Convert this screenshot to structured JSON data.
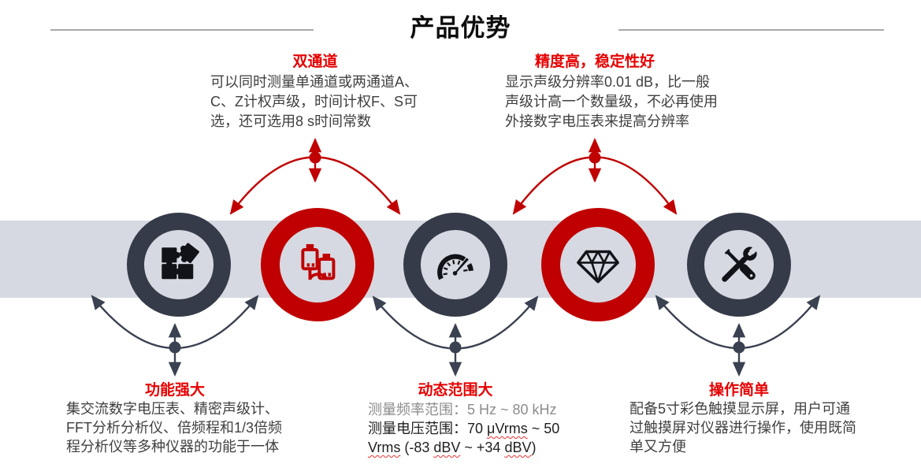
{
  "page": {
    "title": "产品优势"
  },
  "colors": {
    "accent_red": "#c00000",
    "heading_red": "#e60000",
    "dark_navy": "#353b48",
    "band_gray": "#d6d9e1",
    "body_text": "#3f3f3f",
    "muted_gray": "#8c8c8c",
    "title_rule_gray": "#a9a9a9"
  },
  "features": [
    {
      "id": "integration",
      "icon": "puzzle-icon",
      "ring": "dark"
    },
    {
      "id": "dual-channel",
      "icon": "usb-cable-icon",
      "ring": "red"
    },
    {
      "id": "dynamic-range",
      "icon": "gauge-icon",
      "ring": "dark"
    },
    {
      "id": "precision",
      "icon": "diamond-icon",
      "ring": "red"
    },
    {
      "id": "easy-operation",
      "icon": "tools-icon",
      "ring": "dark"
    }
  ],
  "callouts": {
    "dual_channel": {
      "title": "双通道",
      "body": "可以同时测量单通道或两通道A、C、Z计权声级，时间计权F、S可选，还可选用8 s时间常数"
    },
    "precision": {
      "title": "精度高，稳定性好",
      "body": "显示声级分辨率0.01 dB，比一般声级计高一个数量级，不必再使用外接数字电压表来提高分辨率"
    },
    "powerful": {
      "title": "功能强大",
      "body": "集交流数字电压表、精密声级计、FFT分析分析仪、倍频程和1/3倍频程分析仪等多种仪器的功能于一体"
    },
    "dynamic_range": {
      "title": "动态范围大",
      "freq_line": "测量频率范围：5 Hz ~ 80 kHz",
      "volt_p1": "测量电压范围：70 ",
      "volt_u1": "μVrms",
      "volt_p2": " ~ 50 ",
      "volt_u2": "Vrms",
      "volt_p3": " (-83 ",
      "volt_u3": "dBV",
      "volt_p4": " ~ +34 ",
      "volt_u4": "dBV",
      "volt_p5": ")"
    },
    "easy_operation": {
      "title": "操作简单",
      "body": "配备5寸彩色触摸显示屏，用户可通过触摸屏对仪器进行操作，使用既简单又方便"
    }
  }
}
